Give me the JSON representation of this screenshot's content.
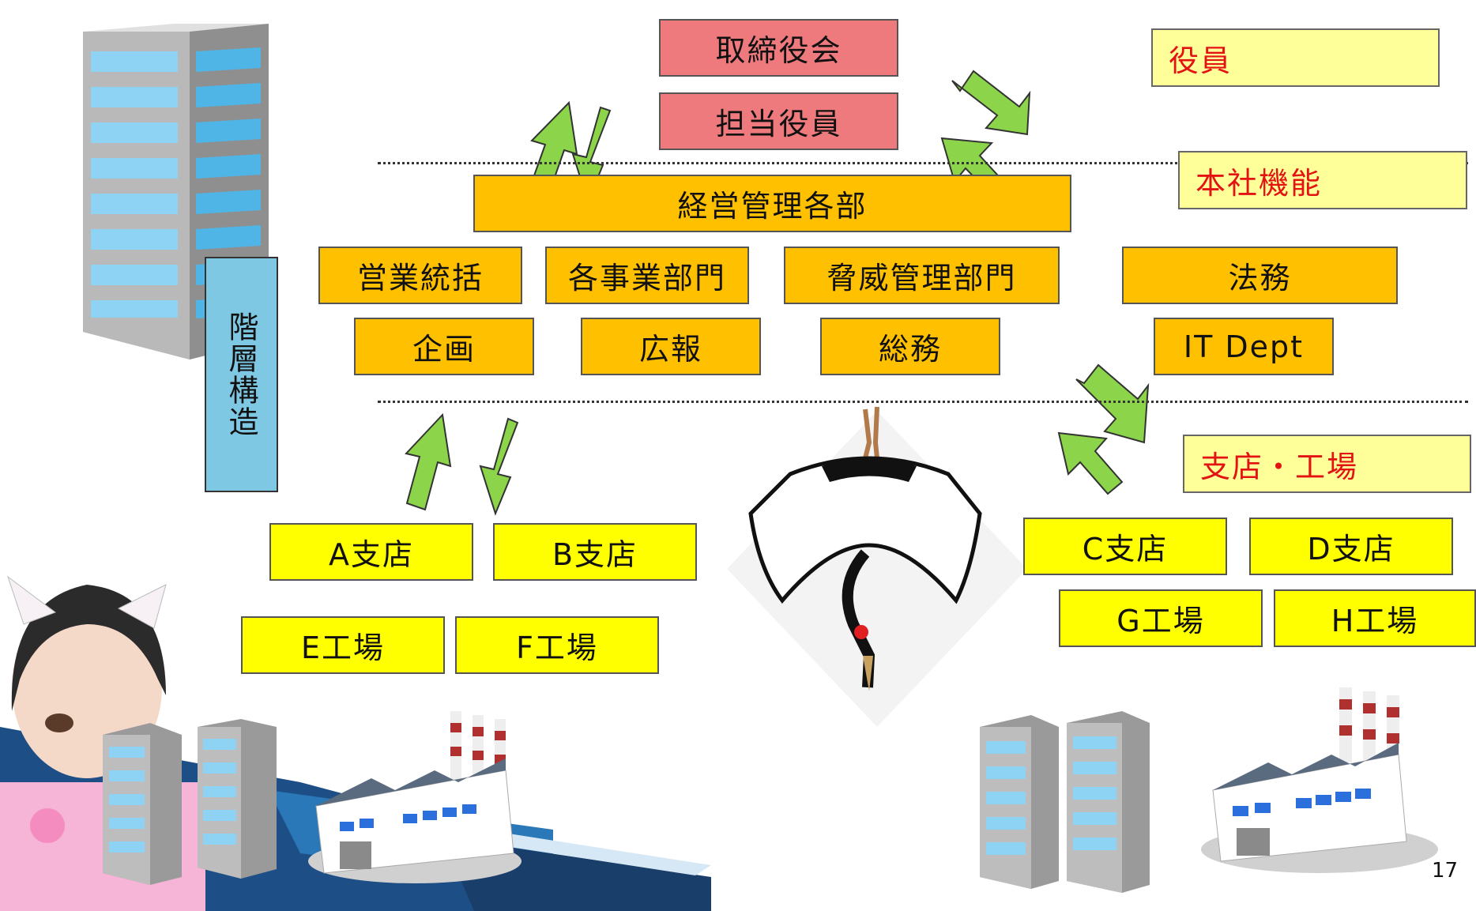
{
  "page_number": "17",
  "side_label": "階層構造",
  "tier_labels": {
    "executive": "役員",
    "headquarters": "本社機能",
    "branch": "支店・工場"
  },
  "executive_boxes": [
    "取締役会",
    "担当役員"
  ],
  "hq_main": "経営管理各部",
  "hq_row1": [
    "営業統括",
    "各事業部門",
    "脅威管理部門",
    "法務"
  ],
  "hq_row2": [
    "企画",
    "広報",
    "総務",
    "IT Dept"
  ],
  "branches_left": [
    "A支店",
    "B支店",
    "E工場",
    "F工場"
  ],
  "branches_right": [
    "C支店",
    "D支店",
    "G工場",
    "H工場"
  ],
  "colors": {
    "executive": "#ef7a7d",
    "headquarters": "#ffc000",
    "branch": "#ffff00",
    "tier_label_bg": "#ffff99",
    "tier_label_text": "#e31313",
    "side_label_bg": "#7ec8e3",
    "arrow": "#8cd44a"
  }
}
